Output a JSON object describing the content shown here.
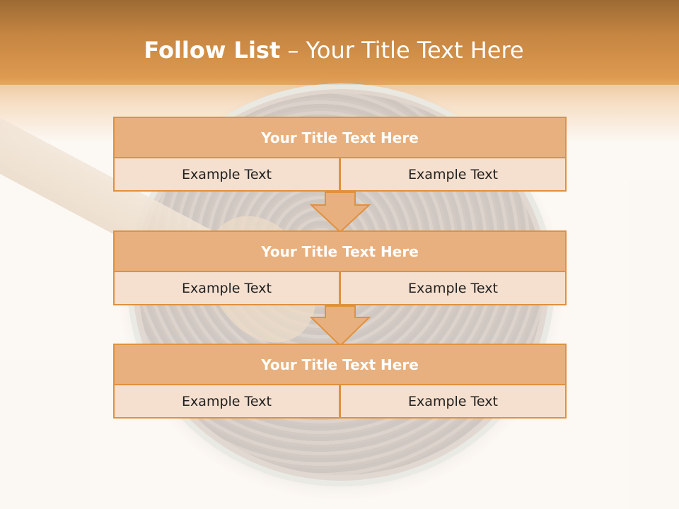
{
  "slide": {
    "title_bold": "Follow List",
    "title_rest": " – Your Title Text Here"
  },
  "steps": [
    {
      "title": "Your Title Text Here",
      "left": "Example Text",
      "right": "Example Text"
    },
    {
      "title": "Your Title Text Here",
      "left": "Example Text",
      "right": "Example Text"
    },
    {
      "title": "Your Title Text Here",
      "left": "Example Text",
      "right": "Example Text"
    }
  ],
  "colors": {
    "accent": "#e0913f",
    "box_title_fill": "#e8b07e",
    "cell_fill": "#f5dfce"
  }
}
